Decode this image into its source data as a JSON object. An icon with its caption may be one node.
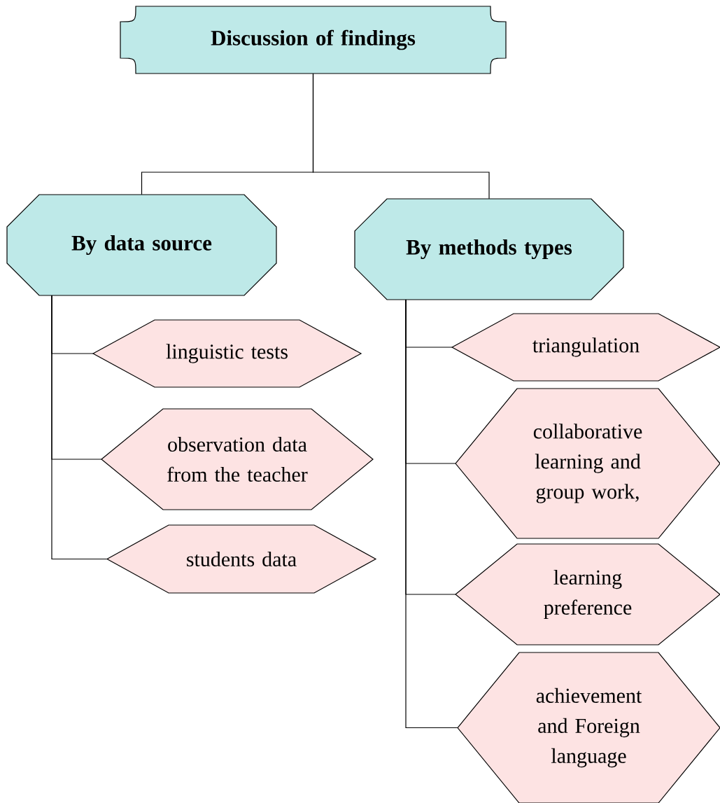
{
  "diagram": {
    "nodes": [
      {
        "text": [
          "Discussion of findings"
        ]
      },
      {
        "text": [
          "By data source"
        ]
      },
      {
        "text": [
          "By methods  types"
        ]
      },
      {
        "text": [
          "linguistic tests"
        ]
      },
      {
        "text": [
          "observation data from the teacher"
        ]
      },
      {
        "text": [
          "students data"
        ]
      },
      {
        "text": [
          "triangulation"
        ]
      },
      {
        "text": [
          "collaborative learning and group work,"
        ]
      },
      {
        "text": [
          "learning preference"
        ]
      },
      {
        "text": [
          "achievement and Foreign language"
        ]
      }
    ],
    "edges": [
      {
        "from": 0,
        "to": 1,
        "arrow": "none"
      },
      {
        "from": 0,
        "to": 2,
        "arrow": "none"
      },
      {
        "from": 1,
        "to": 3,
        "arrow": "none"
      },
      {
        "from": 1,
        "to": 4,
        "arrow": "none"
      },
      {
        "from": 1,
        "to": 5,
        "arrow": "none"
      },
      {
        "from": 2,
        "to": 6,
        "arrow": "none"
      },
      {
        "from": 2,
        "to": 7,
        "arrow": "none"
      },
      {
        "from": 2,
        "to": 8,
        "arrow": "none"
      },
      {
        "from": 2,
        "to": 9,
        "arrow": "none"
      }
    ]
  }
}
